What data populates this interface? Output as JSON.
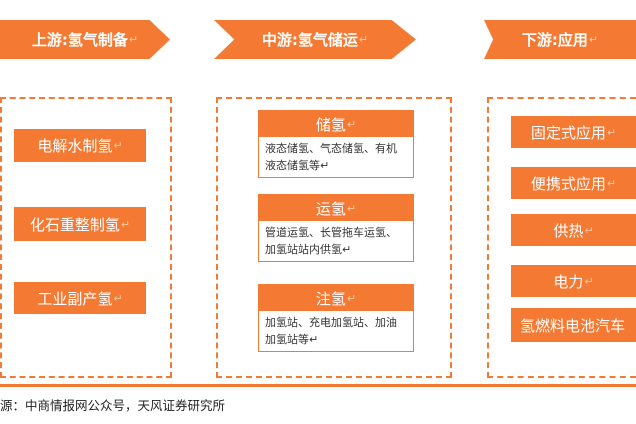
{
  "headers": {
    "upstream": "上游:氢气制备",
    "midstream": "中游:氢气储运",
    "downstream": "下游:应用"
  },
  "upstream": [
    "电解水制氢",
    "化石重整制氢",
    "工业副产氢"
  ],
  "midstream": [
    {
      "title": "储氢",
      "desc": "液态储氢、气态储氢、有机液态储氢等"
    },
    {
      "title": "运氢",
      "desc": "管道运氢、长管拖车运氢、加氢站站内供氢"
    },
    {
      "title": "注氢",
      "desc": "加氢站、充电加氢站、加油加氢站等"
    }
  ],
  "downstream": [
    "固定式应用",
    "便携式应用",
    "供热",
    "电力",
    "氢燃料电池汽车"
  ],
  "paragraph_mark": "↵",
  "source": "源：中商情报网公众号，天风证券研究所",
  "colors": {
    "accent": "#f47a34"
  }
}
